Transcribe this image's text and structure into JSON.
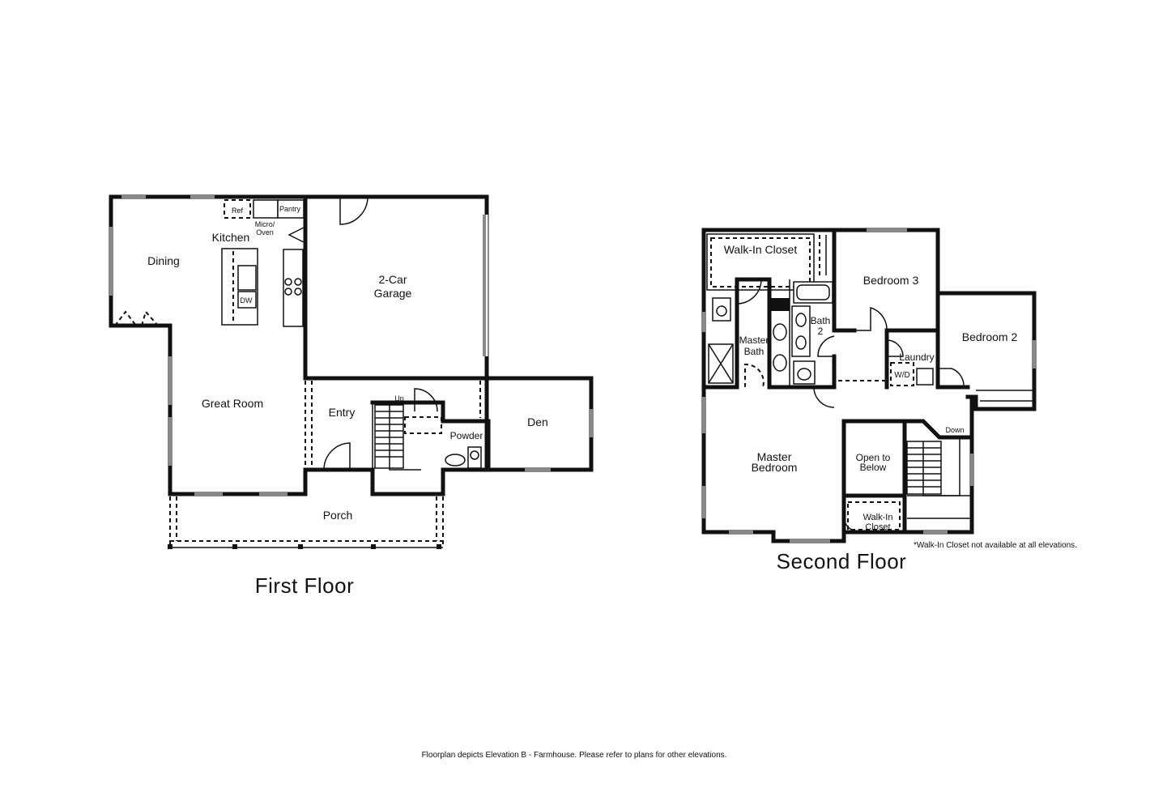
{
  "first_floor": {
    "title": "First Floor",
    "rooms": {
      "dining": "Dining",
      "kitchen": "Kitchen",
      "ref": "Ref",
      "pantry": "Pantry",
      "micro_line1": "Micro/",
      "micro_line2": "Oven",
      "dw": "DW",
      "garage_line1": "2-Car",
      "garage_line2": "Garage",
      "great_room": "Great Room",
      "entry": "Entry",
      "up": "Up",
      "powder": "Powder",
      "den": "Den",
      "porch": "Porch"
    }
  },
  "second_floor": {
    "title": "Second Floor",
    "rooms": {
      "walk_in_closet": "Walk-In Closet",
      "master_bath_line1": "Master",
      "master_bath_line2": "Bath",
      "bath2_line1": "Bath",
      "bath2_line2": "2",
      "bedroom3": "Bedroom 3",
      "bedroom2": "Bedroom 2",
      "laundry": "Laundry",
      "wd": "W/D",
      "master_bedroom_line1": "Master",
      "master_bedroom_line2": "Bedroom",
      "open_to_line1": "Open to",
      "open_to_line2": "Below",
      "down": "Down",
      "walk_in2_line1": "Walk-In",
      "walk_in2_line2": "Closet"
    },
    "note": "*Walk-In Closet not available at all elevations."
  },
  "footer": "Floorplan depicts Elevation B - Farmhouse. Please refer to plans for other elevations."
}
